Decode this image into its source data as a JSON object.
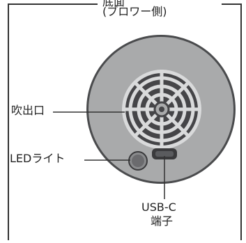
{
  "title": {
    "line1": "底面",
    "line2": "(ブロワー側)"
  },
  "labels": {
    "outlet": "吹出口",
    "led": "LEDライト",
    "usb": "USB-C",
    "usb_terminal": "端子"
  },
  "colors": {
    "device_body": "#a9aaab",
    "device_rim": "#4a4b4d",
    "grille": "#454548",
    "grille_background": "#d9dadb",
    "led": "#6b6b6e",
    "port": "#3a3a3c",
    "line": "#333333"
  }
}
